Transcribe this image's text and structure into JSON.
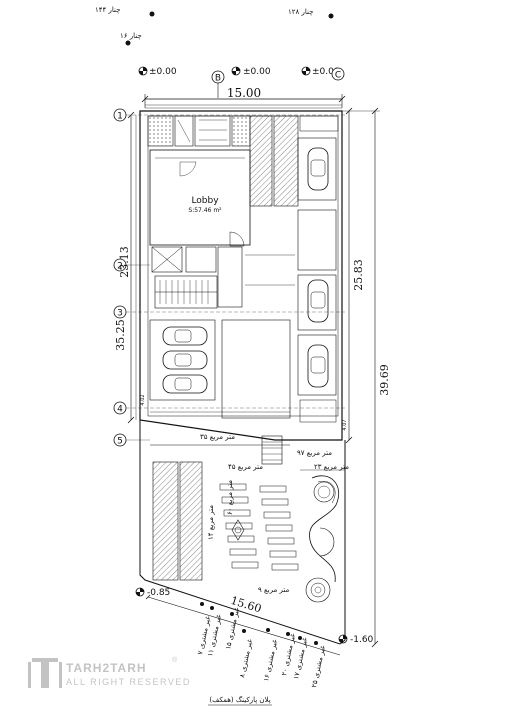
{
  "top_labels": {
    "neighbor_a": "چنار ۱۴۴",
    "neighbor_b": "چنار ۱۲۸",
    "neighbor_c": "چنار ۱۶"
  },
  "levels": {
    "top_1": "±0.00",
    "top_2": "±0.00",
    "top_3": "±0.00",
    "bottom_left": "-0.85",
    "bottom_right": "-1.60"
  },
  "grid": {
    "col_b": "B",
    "col_c": "C",
    "rows": [
      "1",
      "2",
      "3",
      "4",
      "5"
    ]
  },
  "dimensions": {
    "top_width": "15.00",
    "bottom_width": "15.60",
    "left_1": "23.13",
    "left_2": "35.25",
    "right_1": "25.83",
    "right_2": "39.69",
    "small_left": "4.02",
    "small_right": "4.07"
  },
  "rooms": {
    "lobby_name": "Lobby",
    "lobby_area": "S:57.46 m²"
  },
  "landscape_labels": {
    "l35": "۳۵ متر مربع",
    "l97": "۹۷ متر مربع",
    "l45": "۴۵ متر مربع",
    "l23": "۲۳ متر مربع",
    "l60": "۶۰ متر مربع",
    "l14": "۱۴ متر مربع",
    "l9": "۹ متر مربع"
  },
  "bottom_labels": [
    "غیر مشتری ۷",
    "غیر مشتری ۱۱",
    "غیر مشتری ۱۵",
    "غیر مشتری ۸",
    "غیر مشتری ۱۶",
    "غیر مشتری ۲۰",
    "غیر مشتری ۱۷",
    "غیر مشتری ۲۵"
  ],
  "footer": {
    "caption": "پلان پارکینگ (همکف)",
    "brand": "TARH2TARH",
    "brand_sub": "ALL RIGHT RESERVED",
    "registered": "®"
  }
}
